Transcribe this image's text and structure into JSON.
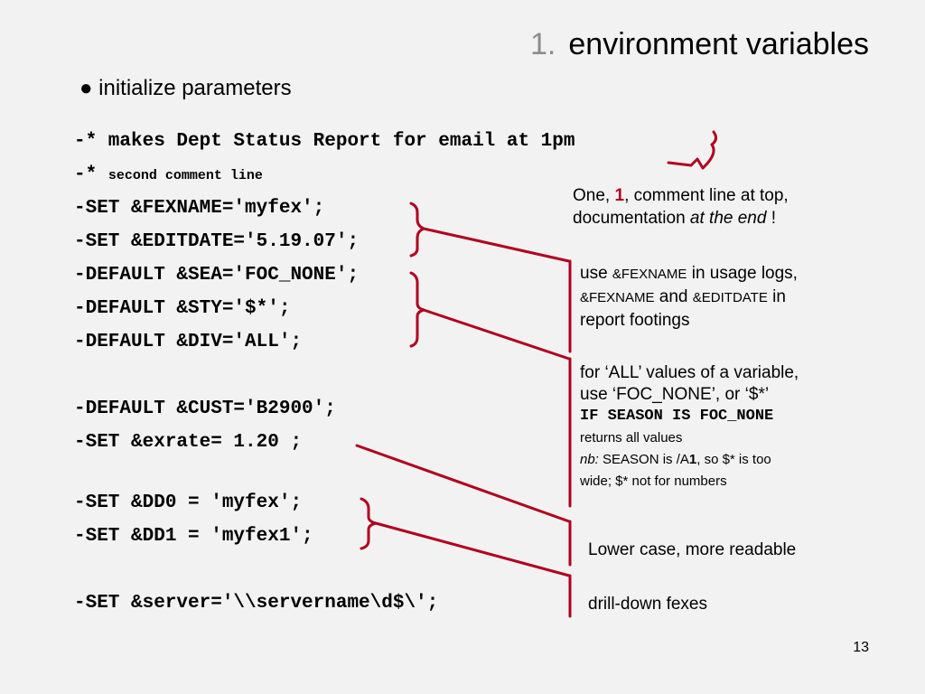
{
  "slide": {
    "title_number": "1.",
    "title_text": "environment variables",
    "bullet": "● initialize parameters",
    "page_number": "13"
  },
  "code": {
    "line1": "-* makes Dept Status Report  for email at 1pm",
    "line2_prefix": "-* ",
    "line2_comment": "second comment line",
    "line3": "-SET &FEXNAME='myfex';",
    "line4": "-SET &EDITDATE='5.19.07';",
    "line5": "-DEFAULT &SEA='FOC_NONE';",
    "line6": "-DEFAULT &STY='$*';",
    "line7": "-DEFAULT &DIV='ALL';",
    "line8": "-DEFAULT &CUST='B2900';",
    "line9": "-SET &exrate= 1.20 ;",
    "line10": "-SET &DD0 = 'myfex';",
    "line11": "-SET &DD1 = 'myfex1';",
    "line12": "-SET &server='\\\\servername\\d$\\';"
  },
  "notes": {
    "n1_a": "One,  ",
    "n1_num": "1",
    "n1_b": ",  comment line at top,",
    "n1_c": "documentation ",
    "n1_italic": "at the end",
    "n1_d": " !",
    "n2_a": "use ",
    "n2_fexname": "&FEXNAME",
    "n2_b": " in usage logs,",
    "n2_fexname2": "&FEXNAME",
    "n2_and": " and ",
    "n2_editdate": "&EDITDATE",
    "n2_in": " in",
    "n2_c": "report footings",
    "n3_a": "for ‘ALL’ values of a variable,",
    "n3_b": "use ‘FOC_NONE’, or ‘$*’",
    "n3_code": "IF SEASON IS FOC_NONE",
    "n3_c": "returns all values",
    "n3_nb": "nb:",
    "n3_d": " SEASON is /A",
    "n3_one": "1",
    "n3_e": ", so $* is too",
    "n3_f": "wide; $* not for numbers",
    "n4": "Lower case, more readable",
    "n5": "drill-down fexes"
  },
  "colors": {
    "annotation": "#b00020",
    "title_number": "#8c8c8c",
    "background": "#f2f2f2"
  }
}
